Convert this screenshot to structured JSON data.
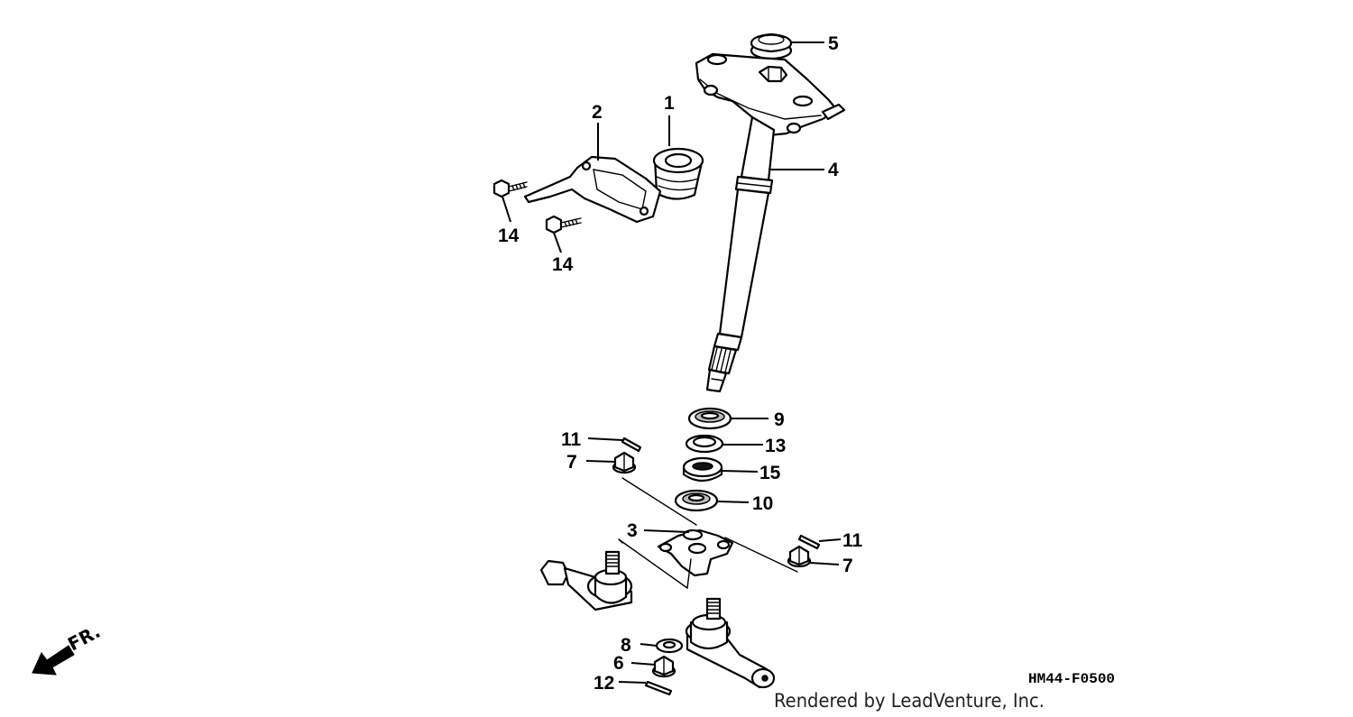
{
  "diagram": {
    "callouts": {
      "p1": "1",
      "p2": "2",
      "p3": "3",
      "p4": "4",
      "p5": "5",
      "p6": "6",
      "p7a": "7",
      "p7b": "7",
      "p8": "8",
      "p9": "9",
      "p10": "10",
      "p11a": "11",
      "p11b": "11",
      "p12": "12",
      "p13": "13",
      "p14a": "14",
      "p14b": "14",
      "p15": "15"
    },
    "front_indicator": "FR.",
    "diagram_code": "HM44-F0500",
    "credit": "Rendered by LeadVenture, Inc."
  }
}
